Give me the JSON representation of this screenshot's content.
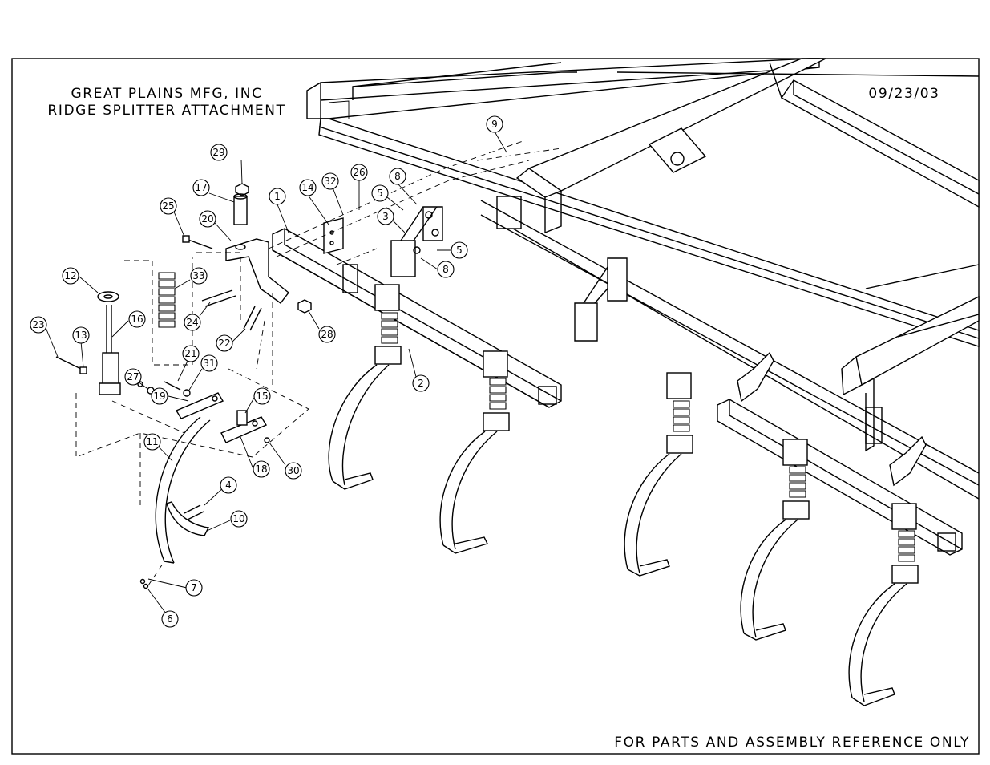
{
  "drawing": {
    "company": "GREAT PLAINS MFG, INC",
    "subtitle": "RIDGE SPLITTER ATTACHMENT",
    "date": "09/23/03",
    "footer": "FOR PARTS AND ASSEMBLY REFERENCE ONLY"
  },
  "callouts": [
    {
      "id": "c1",
      "label": "1"
    },
    {
      "id": "c2",
      "label": "2"
    },
    {
      "id": "c3",
      "label": "3"
    },
    {
      "id": "c4",
      "label": "4"
    },
    {
      "id": "c5a",
      "label": "5"
    },
    {
      "id": "c5b",
      "label": "5"
    },
    {
      "id": "c6",
      "label": "6"
    },
    {
      "id": "c7",
      "label": "7"
    },
    {
      "id": "c8a",
      "label": "8"
    },
    {
      "id": "c8b",
      "label": "8"
    },
    {
      "id": "c9",
      "label": "9"
    },
    {
      "id": "c10",
      "label": "10"
    },
    {
      "id": "c11",
      "label": "11"
    },
    {
      "id": "c12",
      "label": "12"
    },
    {
      "id": "c13",
      "label": "13"
    },
    {
      "id": "c14",
      "label": "14"
    },
    {
      "id": "c15",
      "label": "15"
    },
    {
      "id": "c16",
      "label": "16"
    },
    {
      "id": "c17",
      "label": "17"
    },
    {
      "id": "c18",
      "label": "18"
    },
    {
      "id": "c19",
      "label": "19"
    },
    {
      "id": "c20",
      "label": "20"
    },
    {
      "id": "c21",
      "label": "21"
    },
    {
      "id": "c22",
      "label": "22"
    },
    {
      "id": "c23",
      "label": "23"
    },
    {
      "id": "c24",
      "label": "24"
    },
    {
      "id": "c25",
      "label": "25"
    },
    {
      "id": "c26",
      "label": "26"
    },
    {
      "id": "c27",
      "label": "27"
    },
    {
      "id": "c28",
      "label": "28"
    },
    {
      "id": "c29",
      "label": "29"
    },
    {
      "id": "c30",
      "label": "30"
    },
    {
      "id": "c31",
      "label": "31"
    },
    {
      "id": "c32",
      "label": "32"
    },
    {
      "id": "c33",
      "label": "33"
    }
  ]
}
